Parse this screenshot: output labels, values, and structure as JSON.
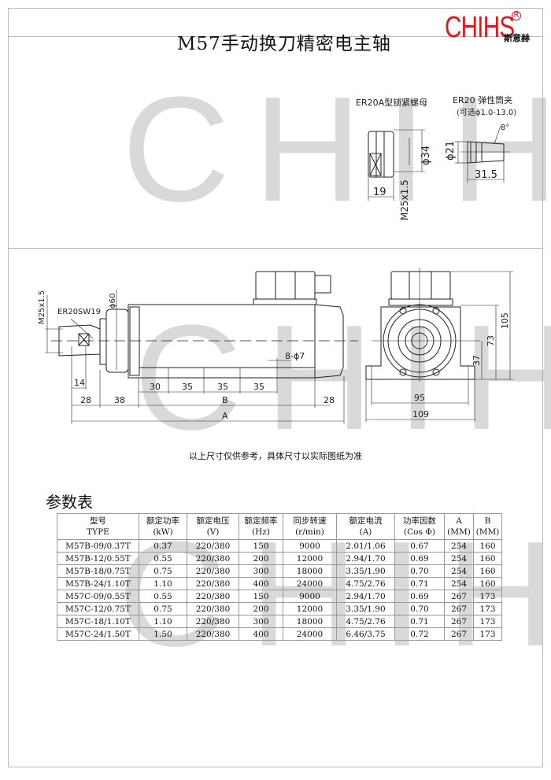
{
  "header": {
    "title": "M57手动换刀精密电主轴",
    "logo": "CHIHS",
    "logo_reg": "R",
    "logo_cn": "斯意赫",
    "brand_color": "#e8141b"
  },
  "watermark": "CHIHS",
  "parts": {
    "nut_label": "ER20A型锁紧螺母",
    "nut_dia": "ϕ34",
    "nut_width": "19",
    "nut_thread": "M25x1.5",
    "collet_label": "ER20  弹性筒夹",
    "collet_option": "(可选ϕ1.0-13.0)",
    "collet_dia": "ϕ21",
    "collet_len": "31.5",
    "collet_angle": "8°"
  },
  "side_view": {
    "thread": "M25x1.5",
    "nut": "ER20SW19",
    "flange_dia": "ϕ60",
    "holes": "8-ϕ7",
    "d14": "14",
    "d28a": "28",
    "d38": "38",
    "dB": "B",
    "d28b": "28",
    "dA": "A",
    "d30": "30",
    "d35a": "35",
    "d35b": "35",
    "d35c": "35"
  },
  "front_view": {
    "h105": "105",
    "h73": "73",
    "h37": "37",
    "w95": "95",
    "w109": "109"
  },
  "note": "以上尺寸仅供参考，具体尺寸以实际图纸为准",
  "table": {
    "title": "参数表",
    "headers": [
      [
        "型号",
        "TYPE"
      ],
      [
        "额定功率",
        "(kW)"
      ],
      [
        "额定电压",
        "(V)"
      ],
      [
        "额定频率",
        "(Hz)"
      ],
      [
        "同步转速",
        "(r/min)"
      ],
      [
        "额定电流",
        "(A)"
      ],
      [
        "功率因数",
        "(Cos Φ)"
      ],
      [
        "A",
        "(MM)"
      ],
      [
        "B",
        "(MM)"
      ]
    ],
    "rows": [
      [
        "M57B-09/0.37T",
        "0.37",
        "220/380",
        "150",
        "9000",
        "2.01/1.06",
        "0.67",
        "254",
        "160"
      ],
      [
        "M57B-12/0.55T",
        "0.55",
        "220/380",
        "200",
        "12000",
        "2.94/1.70",
        "0.69",
        "254",
        "160"
      ],
      [
        "M57B-18/0.75T",
        "0.75",
        "220/380",
        "300",
        "18000",
        "3.35/1.90",
        "0.70",
        "254",
        "160"
      ],
      [
        "M57B-24/1.10T",
        "1.10",
        "220/380",
        "400",
        "24000",
        "4.75/2.76",
        "0.71",
        "254",
        "160"
      ],
      [
        "M57C-09/0.55T",
        "0.55",
        "220/380",
        "150",
        "9000",
        "2.94/1.70",
        "0.69",
        "267",
        "173"
      ],
      [
        "M57C-12/0.75T",
        "0.75",
        "220/380",
        "200",
        "12000",
        "3.35/1.90",
        "0.70",
        "267",
        "173"
      ],
      [
        "M57C-18/1.10T",
        "1.10",
        "220/380",
        "300",
        "18000",
        "4.75/2.76",
        "0.71",
        "267",
        "173"
      ],
      [
        "M57C-24/1.50T",
        "1.50",
        "220/380",
        "400",
        "24000",
        "6.46/3.75",
        "0.72",
        "267",
        "173"
      ]
    ]
  }
}
